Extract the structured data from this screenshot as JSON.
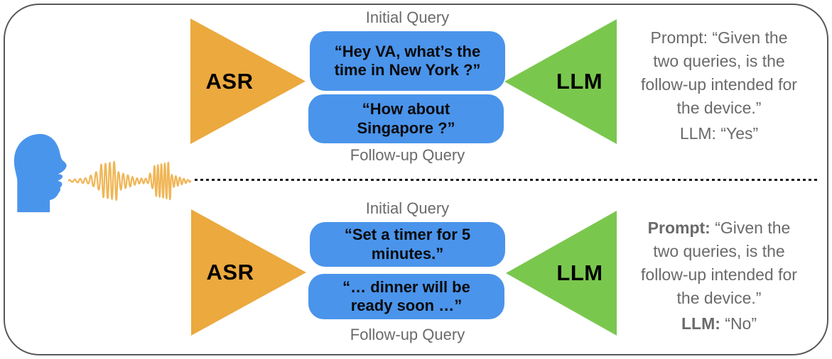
{
  "colors": {
    "bubble_blue": "#4a94eb",
    "asr_orange": "#eba93e",
    "llm_green": "#7ac74e",
    "head_blue": "#4a95ec",
    "wave_amber": "#f0b656",
    "caption_gray": "#6a6a6a",
    "border_gray": "#58585a"
  },
  "sections": [
    {
      "asr_label": "ASR",
      "llm_label": "LLM",
      "initial_query_caption": "Initial Query",
      "followup_query_caption": "Follow-up Query",
      "initial_query": "“Hey VA, what’s the\ntime in New York ?”",
      "followup_query": "“How about\nSingapore ?”",
      "prompt_label": "Prompt:",
      "prompt_text": " “Given the\ntwo queries, is the\nfollow-up intended for\nthe device.”",
      "llm_answer_label": "LLM:",
      "llm_answer_text": " “Yes”"
    },
    {
      "asr_label": "ASR",
      "llm_label": "LLM",
      "initial_query_caption": "Initial Query",
      "followup_query_caption": "Follow-up Query",
      "initial_query": "“Set a timer for 5\nminutes.”",
      "followup_query": "“… dinner will be\nready soon …”",
      "prompt_label": "Prompt:",
      "prompt_text": " “Given the\ntwo queries, is the\nfollow-up intended for\nthe device.”",
      "llm_answer_label": "LLM:",
      "llm_answer_text": " “No”"
    }
  ]
}
